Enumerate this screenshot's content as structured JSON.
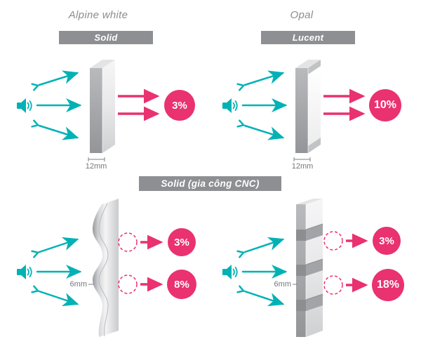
{
  "colors": {
    "teal": "#00b2b5",
    "pink": "#e9326f",
    "badge_gray": "#8d8f92",
    "title_gray": "#8b8d90",
    "dimension_gray": "#76777a"
  },
  "icons": {
    "speaker": "speaker-megaphone-with-sound-waves",
    "dashed_circle": "highlight-area-circle"
  },
  "sections": {
    "top_left": {
      "title": "Alpine white",
      "badge": "Solid",
      "percent": "3%",
      "thickness": "12mm"
    },
    "top_right": {
      "title": "Opal",
      "badge": "Lucent",
      "percent": "10%",
      "thickness": "12mm"
    },
    "middle": {
      "badge": "Solid (gia công CNC)"
    },
    "bottom_left": {
      "percent_top": "3%",
      "percent_bottom": "8%",
      "thickness": "6mm"
    },
    "bottom_right": {
      "percent_top": "3%",
      "percent_bottom": "18%",
      "thickness": "6mm"
    }
  }
}
